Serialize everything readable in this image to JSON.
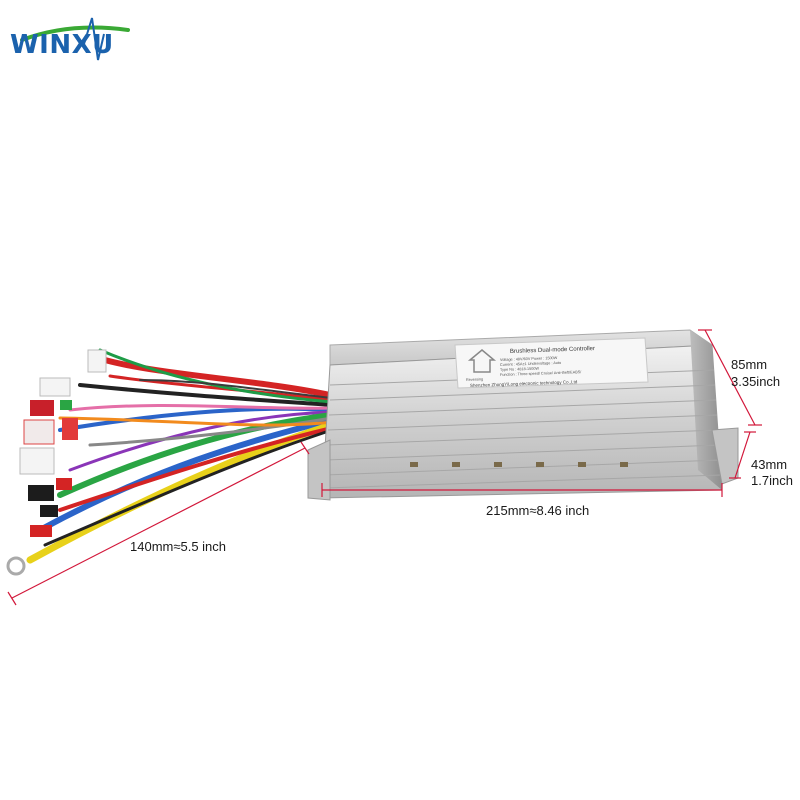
{
  "brand": {
    "logo_text": "WINXU"
  },
  "product_label": {
    "title": "Brushless Dual-mode Controller",
    "lines": [
      "Voltage : 48V/60V  Power : 1500W",
      "Current : 45A±1  Undervoltage : Auto",
      "Type No : 4818-1500W",
      "Function : Three speed/ Cruise/ Anti-theft/EABS/",
      "Reversing"
    ],
    "manufacturer": "Shenzhen ZhongYiLong electronic technology Co.,Ltd"
  },
  "dimensions": {
    "height_mm": "85mm",
    "height_in": "3.35inch",
    "depth_mm": "43mm",
    "depth_in": "1.7inch",
    "length": "215mm≈8.46 inch",
    "cable_length": "140mm≈5.5 inch"
  },
  "colors": {
    "brand_blue": "#1b62ad",
    "brand_green": "#3aa935",
    "dimension_line": "#d2173a"
  }
}
